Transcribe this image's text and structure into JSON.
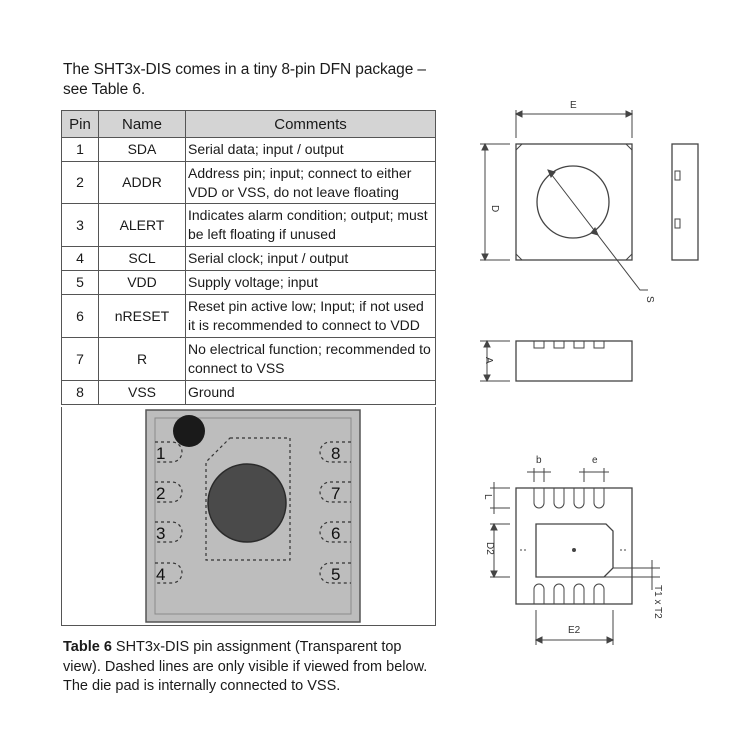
{
  "intro": "The SHT3x-DIS comes in a tiny 8-pin DFN package – see Table 6.",
  "table": {
    "headers": [
      "Pin",
      "Name",
      "Comments"
    ],
    "rows": [
      {
        "pin": "1",
        "name": "SDA",
        "comment": "Serial data; input / output"
      },
      {
        "pin": "2",
        "name": "ADDR",
        "comment": "Address pin; input; connect to either VDD or VSS, do not leave floating"
      },
      {
        "pin": "3",
        "name": "ALERT",
        "comment": "Indicates alarm condition; output; must be left floating if unused"
      },
      {
        "pin": "4",
        "name": "SCL",
        "comment": "Serial clock; input / output"
      },
      {
        "pin": "5",
        "name": "VDD",
        "comment": "Supply voltage; input"
      },
      {
        "pin": "6",
        "name": "nRESET",
        "comment": "Reset pin active low; Input; if not used it is recommended to connect to VDD"
      },
      {
        "pin": "7",
        "name": "R",
        "comment": "No electrical function; recommended to connect to VSS"
      },
      {
        "pin": "8",
        "name": "VSS",
        "comment": "Ground"
      }
    ]
  },
  "chip_pins": {
    "left": [
      "1",
      "2",
      "3",
      "4"
    ],
    "right": [
      "8",
      "7",
      "6",
      "5"
    ]
  },
  "caption": {
    "label": "Table 6",
    "text": " SHT3x-DIS pin assignment (Transparent top view). Dashed lines are only visible if viewed from below. The die pad is internally connected to VSS."
  },
  "drawing_labels": {
    "E": "E",
    "D": "D",
    "S": "S",
    "A": "A",
    "b": "b",
    "e": "e",
    "L": "L",
    "D2": "D2",
    "E2": "E2",
    "T1T2": "T1 x T2"
  }
}
